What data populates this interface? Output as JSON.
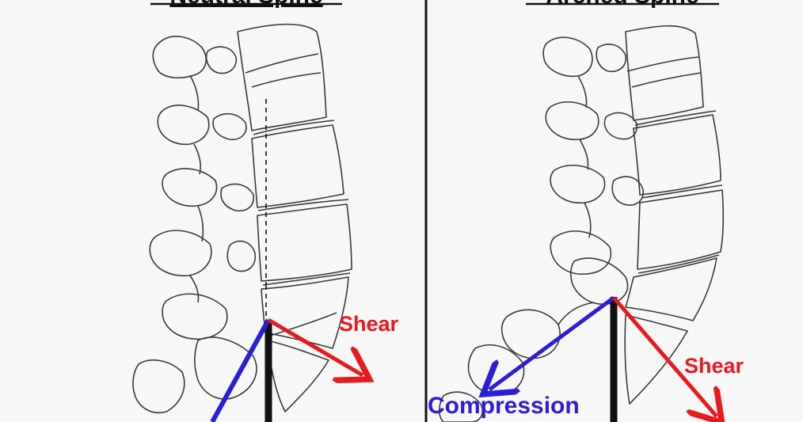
{
  "panels": [
    {
      "title": "Neutral Spine"
    },
    {
      "title": "Arched Spine"
    }
  ],
  "labels": {
    "left_shear": "Shear",
    "right_shear": "Shear",
    "right_compression": "Compression"
  },
  "colors": {
    "shear": "#e8191f",
    "compression": "#2a1fd6",
    "line": "#111111",
    "sketch": "#3a3a3a"
  }
}
